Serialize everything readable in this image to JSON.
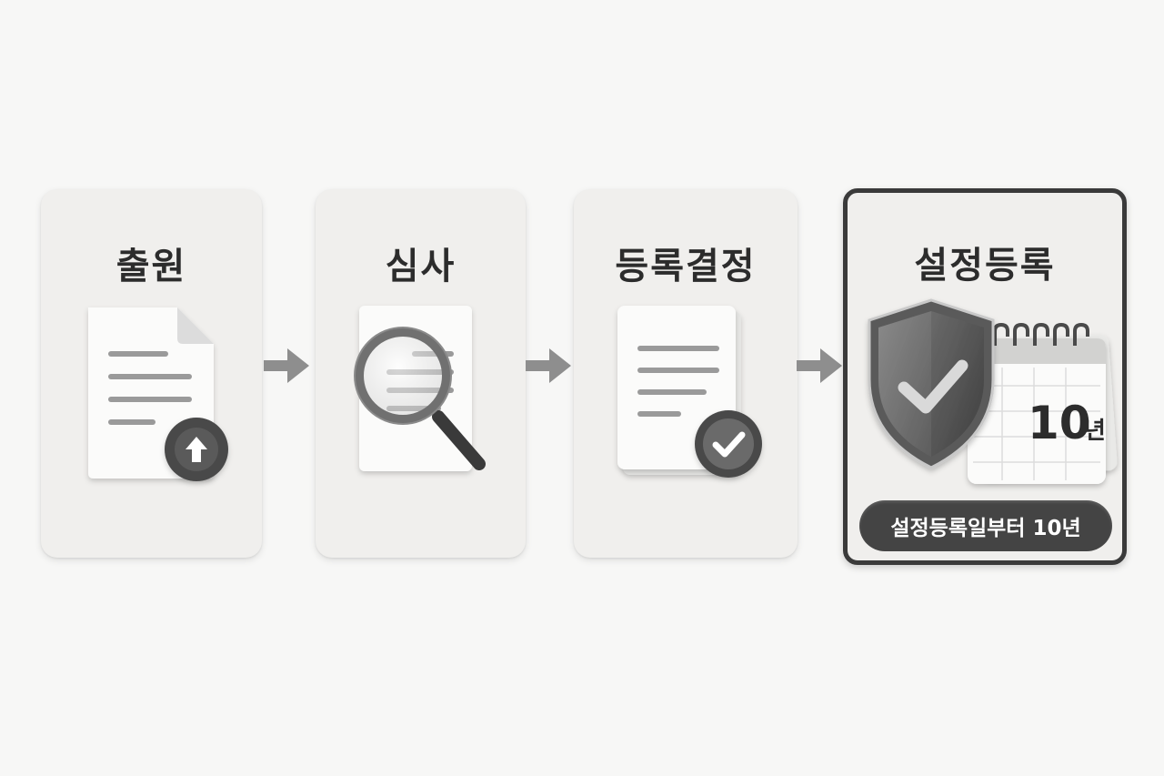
{
  "steps": [
    {
      "title": "출원",
      "icon": "document-upload-icon"
    },
    {
      "title": "심사",
      "icon": "document-search-icon"
    },
    {
      "title": "등록결정",
      "icon": "document-approved-icon"
    },
    {
      "title": "설정등록",
      "icon": "shield-calendar-icon"
    }
  ],
  "calendar": {
    "number": "10",
    "unit": "년"
  },
  "badge": "설정등록일부터 10년"
}
